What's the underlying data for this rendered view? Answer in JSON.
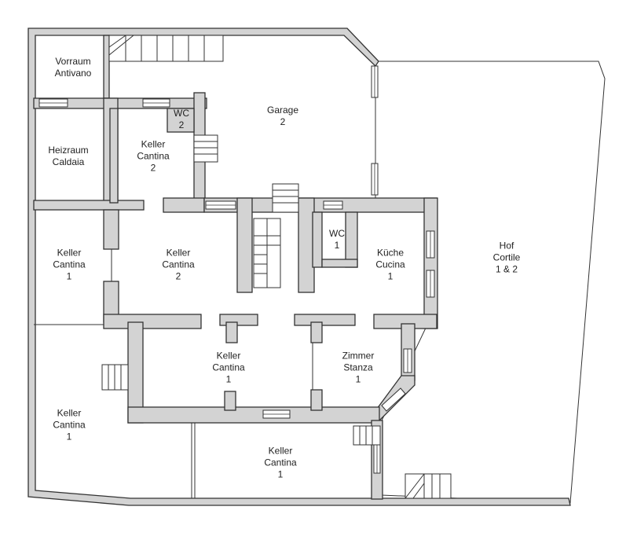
{
  "plan": {
    "wall_color": "#d3d3d3",
    "line_color": "#333333",
    "rooms": [
      {
        "id": "vorraum",
        "lines": [
          "Vorraum",
          "Antivano"
        ]
      },
      {
        "id": "heizraum",
        "lines": [
          "Heizraum",
          "Caldaia"
        ]
      },
      {
        "id": "keller-2-small",
        "lines": [
          "Keller",
          "Cantina",
          "2"
        ]
      },
      {
        "id": "wc-2",
        "lines": [
          "WC",
          "2"
        ]
      },
      {
        "id": "garage",
        "lines": [
          "Garage",
          "2"
        ]
      },
      {
        "id": "keller-1-left-upper",
        "lines": [
          "Keller",
          "Cantina",
          "1"
        ]
      },
      {
        "id": "keller-2-center",
        "lines": [
          "Keller",
          "Cantina",
          "2"
        ]
      },
      {
        "id": "wc-1",
        "lines": [
          "WC",
          "1"
        ]
      },
      {
        "id": "kueche",
        "lines": [
          "Küche",
          "Cucina",
          "1"
        ]
      },
      {
        "id": "hof",
        "lines": [
          "Hof",
          "Cortile",
          "1 & 2"
        ]
      },
      {
        "id": "keller-1-center",
        "lines": [
          "Keller",
          "Cantina",
          "1"
        ]
      },
      {
        "id": "zimmer",
        "lines": [
          "Zimmer",
          "Stanza",
          "1"
        ]
      },
      {
        "id": "keller-1-left-lower",
        "lines": [
          "Keller",
          "Cantina",
          "1"
        ]
      },
      {
        "id": "keller-1-bottom",
        "lines": [
          "Keller",
          "Cantina",
          "1"
        ]
      }
    ]
  }
}
